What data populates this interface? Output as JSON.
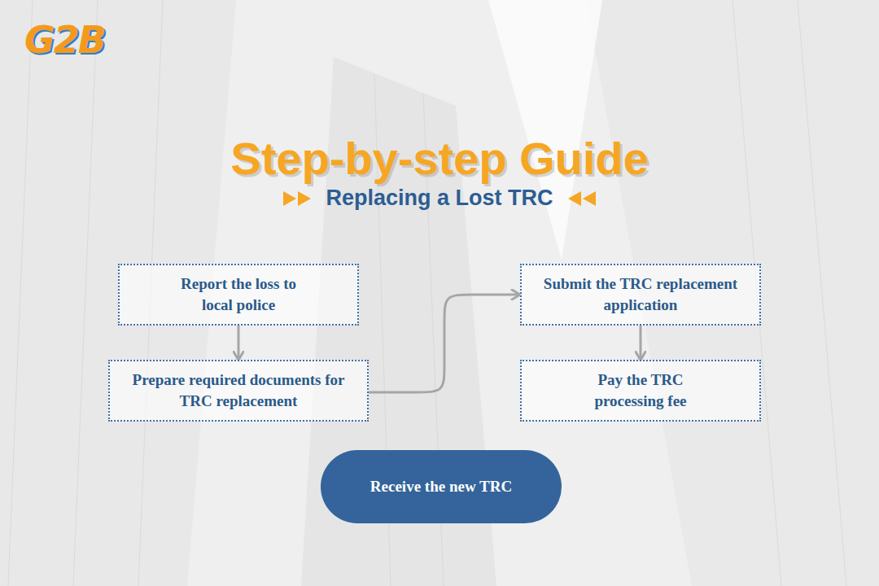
{
  "diagram": {
    "title": "Step-by-step Guide",
    "nodes": [
      {
        "text": [
          "Report the loss to local police"
        ]
      },
      {
        "text": [
          "Prepare required documents for TRC replacement"
        ]
      },
      {
        "text": [
          "Submit the TRC replacement application"
        ]
      },
      {
        "text": [
          "Pay the TRC processing fee"
        ]
      },
      {
        "text": [
          "Receive the new TRC"
        ]
      }
    ],
    "edges": [
      {
        "from": 0,
        "to": 1,
        "arrow": "to"
      },
      {
        "from": 1,
        "to": 2,
        "arrow": "to"
      },
      {
        "from": 2,
        "to": 3,
        "arrow": "to"
      }
    ],
    "labels": [
      "G2B",
      "Replacing a Lost TRC"
    ]
  }
}
